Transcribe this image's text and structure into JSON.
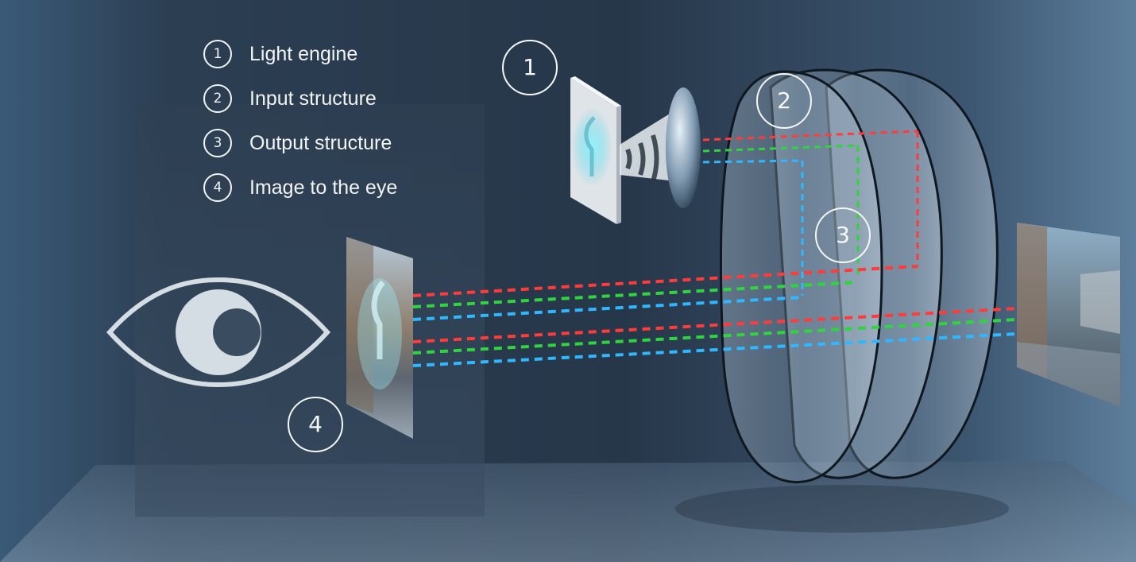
{
  "legend": {
    "items": [
      {
        "number": "1",
        "label": "Light engine"
      },
      {
        "number": "2",
        "label": "Input structure"
      },
      {
        "number": "3",
        "label": "Output structure"
      },
      {
        "number": "4",
        "label": "Image to the eye"
      }
    ]
  },
  "callouts": {
    "light_engine": "1",
    "input_structure": "2",
    "output_structure": "3",
    "image_to_eye": "4"
  },
  "colors": {
    "background": "#2a3a4c",
    "ray_red": "#ff3b3b",
    "ray_green": "#2fd43f",
    "ray_blue": "#2fb7ff",
    "legend_text": "#f2f4f6"
  },
  "icons": {
    "eye": "eye-icon",
    "projector_lens": "lens-icon"
  }
}
